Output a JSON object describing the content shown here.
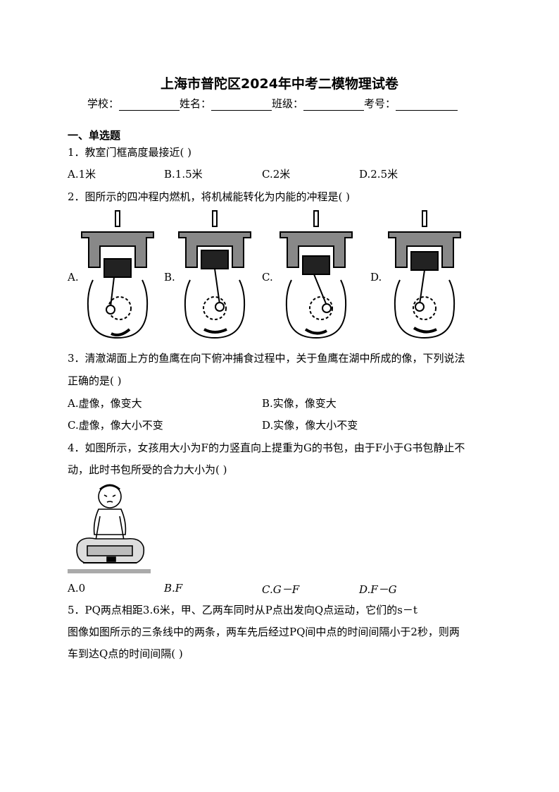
{
  "title": "上海市普陀区2024年中考二模物理试卷",
  "info": {
    "school": "学校：",
    "name": "姓名：",
    "class": "班级：",
    "number": "考号："
  },
  "section1": "一、单选题",
  "q1": {
    "stem": "1．教室门框高度最接近(  )",
    "a": "A.1米",
    "b": "B.1.5米",
    "c": "C.2米",
    "d": "D.2.5米"
  },
  "q2": {
    "stem": "2．图所示的四冲程内燃机，将机械能转化为内能的冲程是(  )",
    "a": "A.",
    "b": "B.",
    "c": "C.",
    "d": "D."
  },
  "q3": {
    "stem_line1": "3．清澈湖面上方的鱼鹰在向下俯冲捕食过程中，关于鱼鹰在湖中所成的像，下列说法",
    "stem_line2": "正确的是(  )",
    "a": "A.虚像，像变大",
    "b": "B.实像，像变大",
    "c": "C.虚像，像大小不变",
    "d": "D.实像，像大小不变"
  },
  "q4": {
    "stem_line1": "4．如图所示，女孩用大小为F的力竖直向上提重为G的书包，由于F小于G书包静止不",
    "stem_line2": "动，此时书包所受的合力大小为(  )",
    "a": "A.0",
    "b": "B.F",
    "c": "C.G－F",
    "d": "D.F－G"
  },
  "q5": {
    "stem_line1": "5．PQ两点相距3.6米，甲、乙两车同时从P点出发向Q点运动，它们的s－t",
    "stem_line2": "图像如图所示的三条线中的两条，两车先后经过PQ间中点的时间间隔小于2秒，则两",
    "stem_line3": "车到达Q点的时间间隔(  )"
  }
}
